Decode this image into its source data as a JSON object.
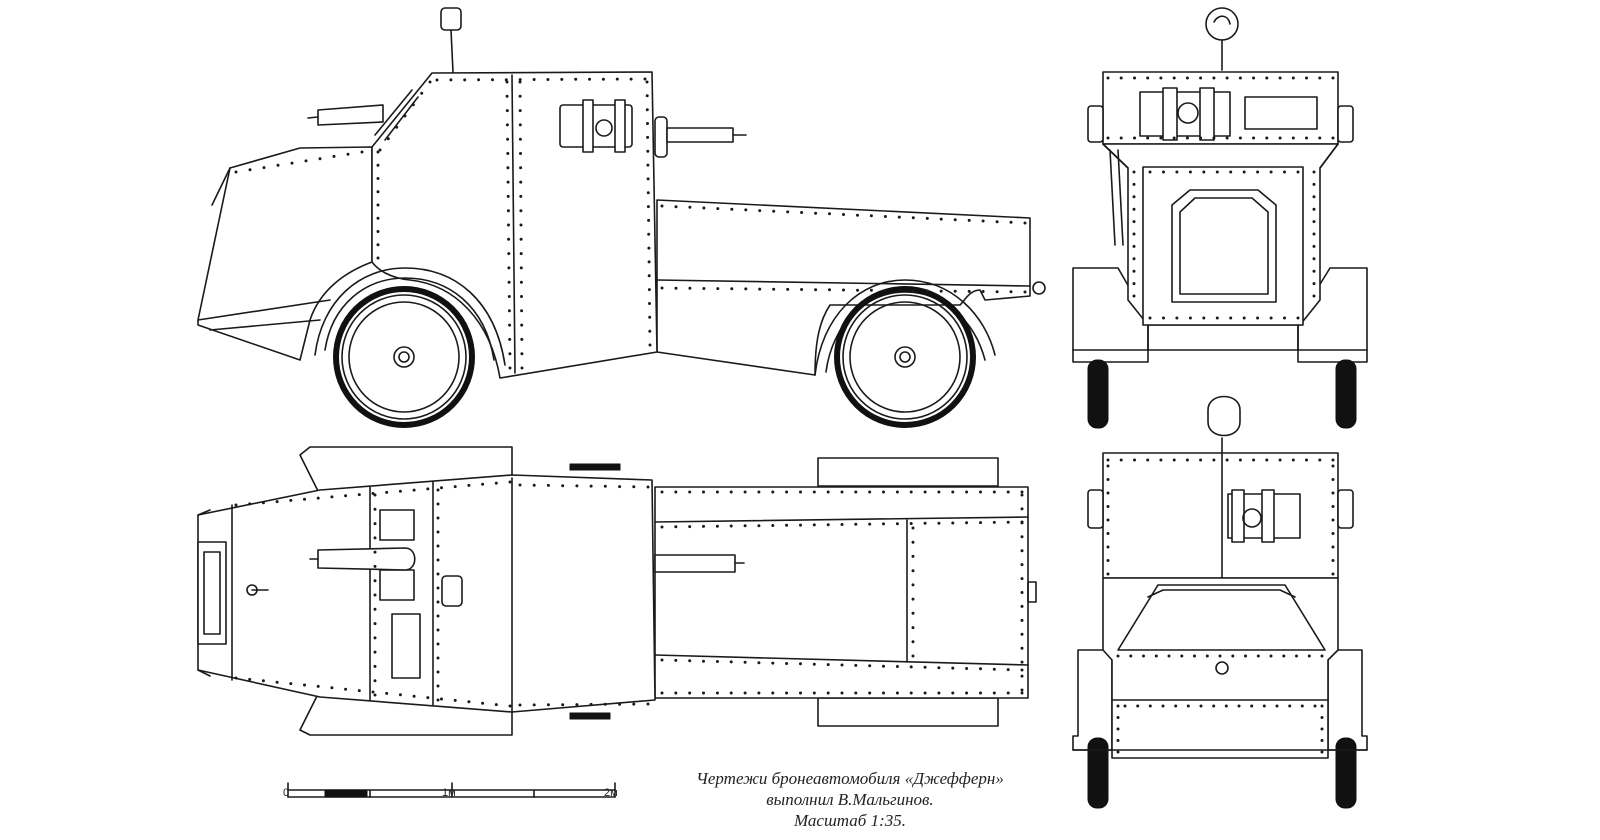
{
  "caption": {
    "line1": "Чертежи бронеавтомобиля «Джефферн»",
    "line2": "выполнил В.Мальгинов.",
    "line3": "Масштаб 1:35."
  },
  "scale_bar": {
    "label_0": "0",
    "label_1": "1м",
    "label_2": "2м"
  },
  "colors": {
    "line": "#1a1a1a",
    "background": "#ffffff"
  }
}
